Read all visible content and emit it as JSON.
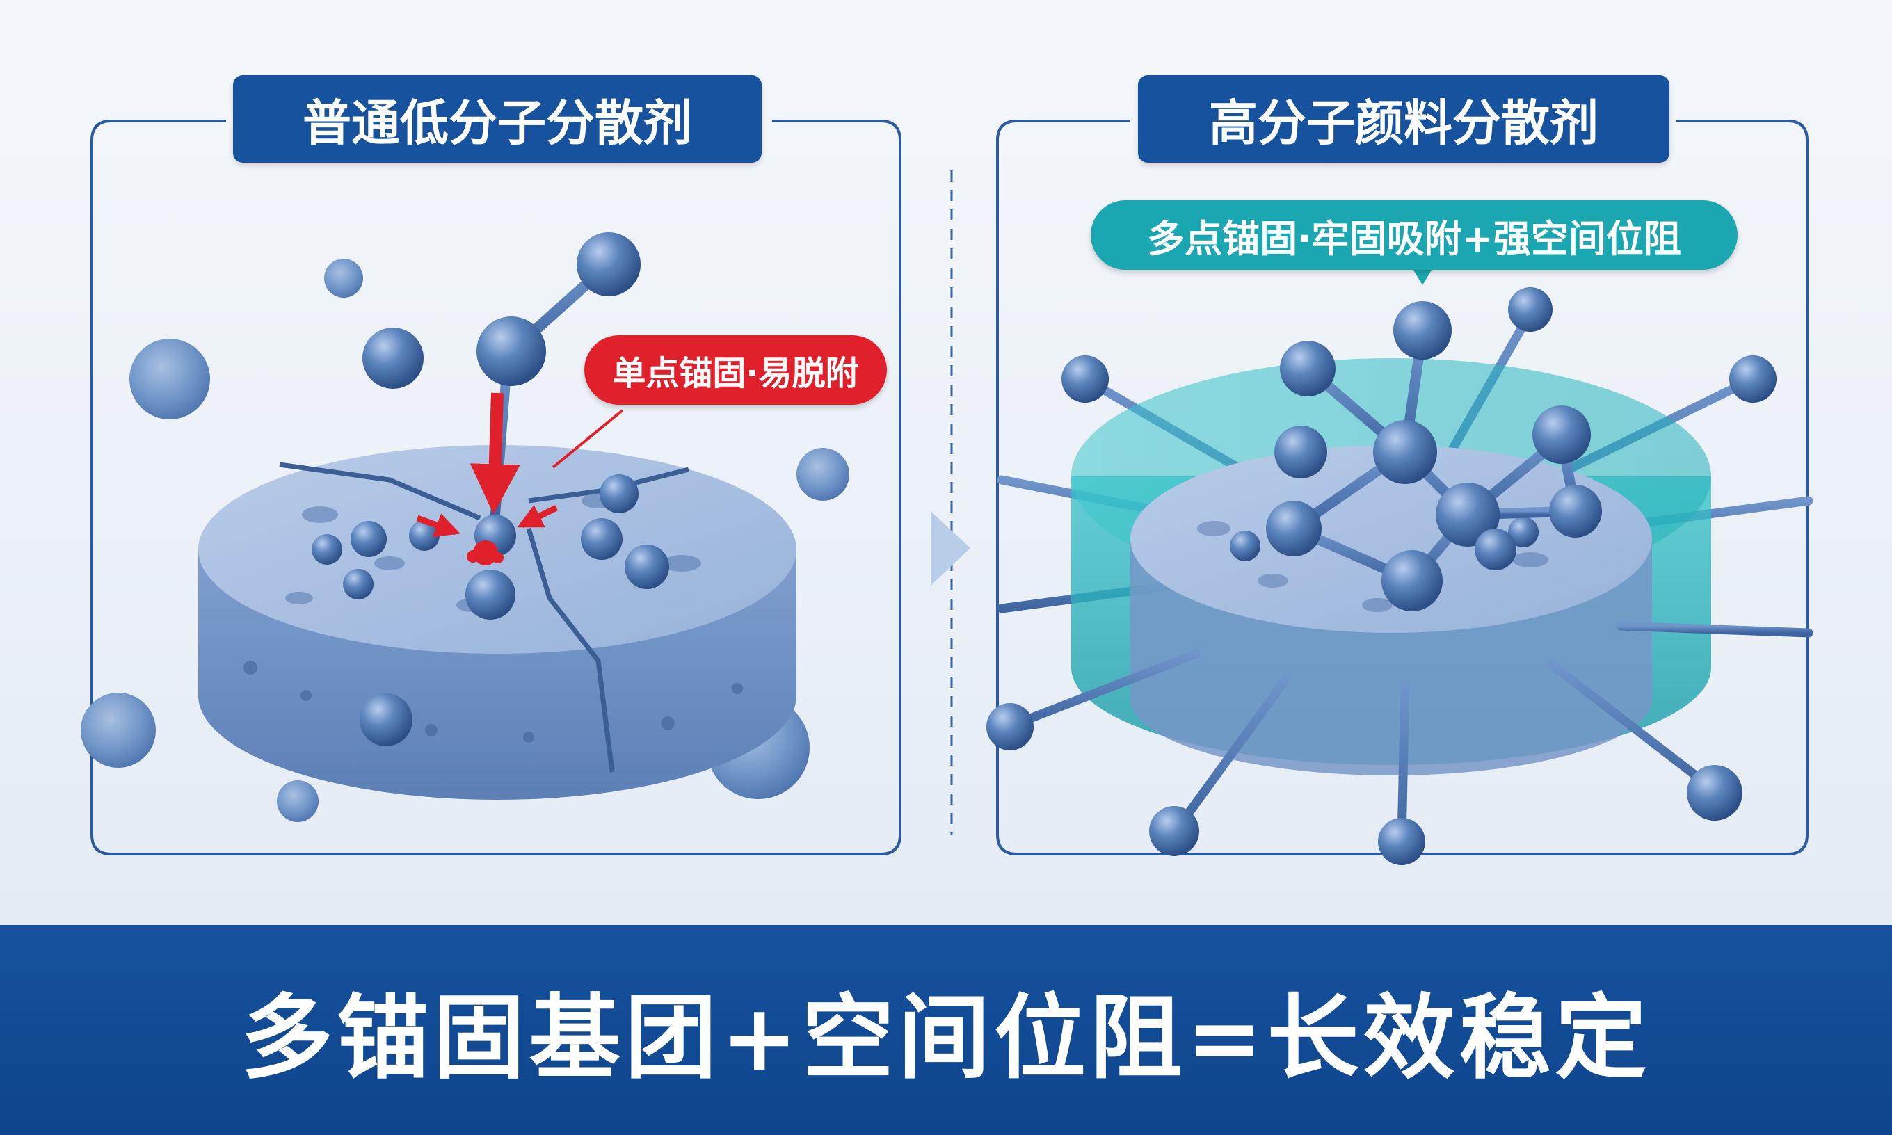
{
  "left_panel": {
    "title": "普通低分子分散剂",
    "callout": "单点锚固·易脱附"
  },
  "right_panel": {
    "title": "高分子颜料分散剂",
    "callout": "多点锚固·牢固吸附+强空间位阻"
  },
  "banner": {
    "text": "多锚固基团+空间位阻=长效稳定"
  },
  "colors": {
    "navy": "#16529e",
    "particle_blue": "#5b84bd",
    "teal": "#1aa7b2",
    "alert_red": "#e0202a",
    "frame_stroke": "#2c5aa0"
  }
}
